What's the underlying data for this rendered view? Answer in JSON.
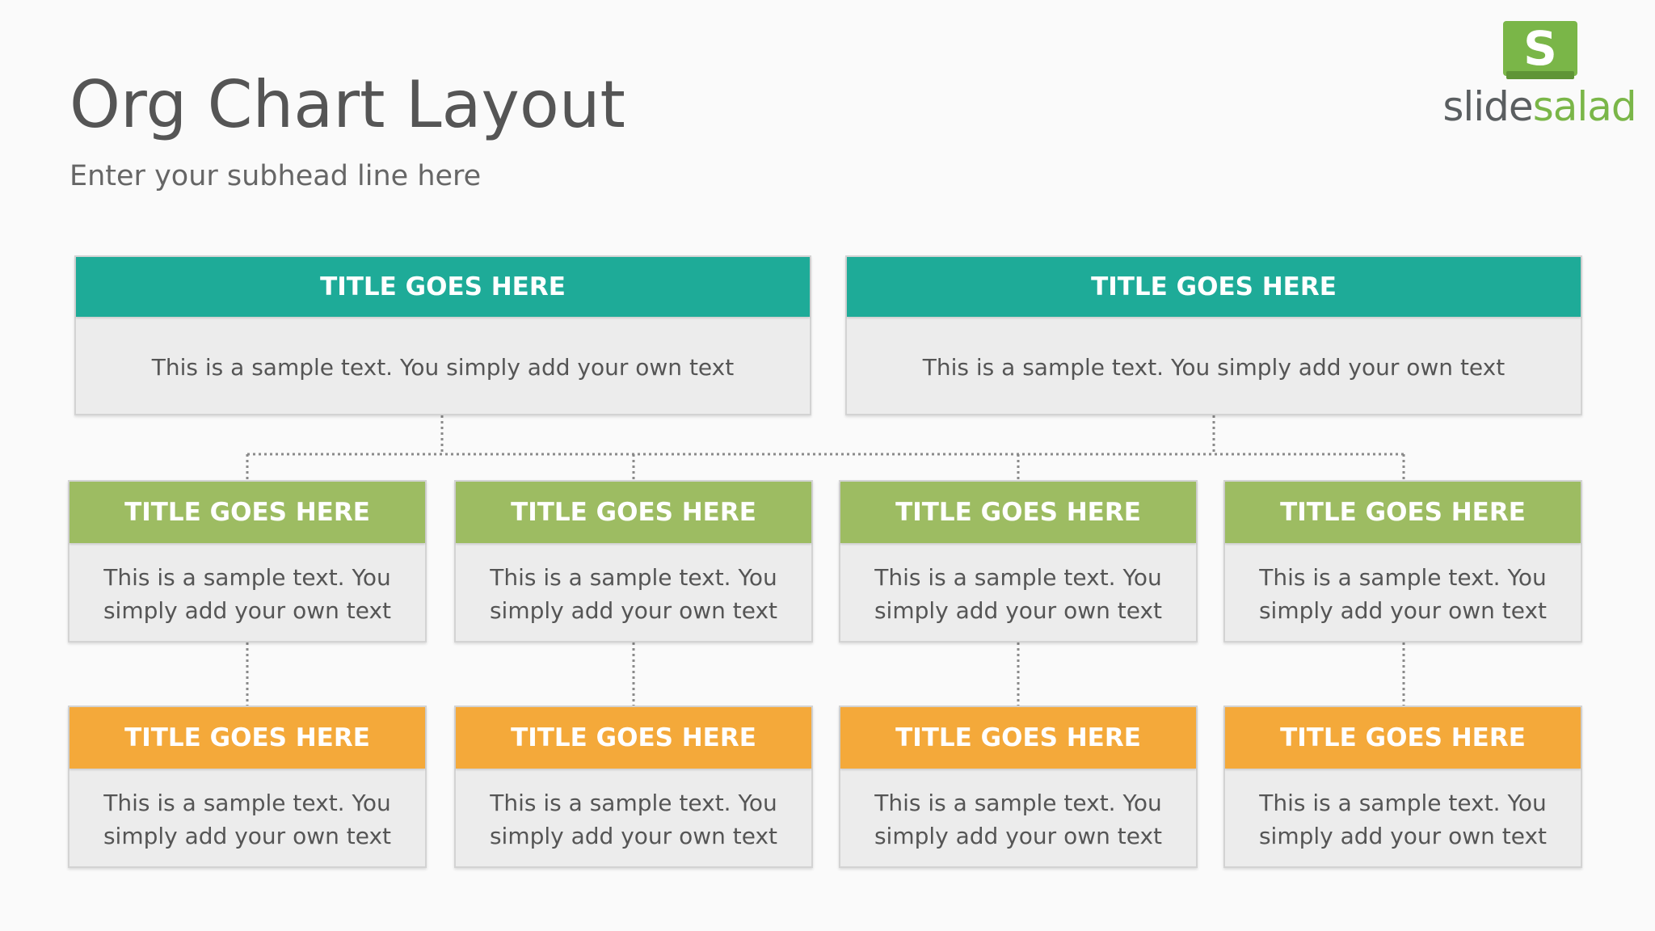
{
  "slide": {
    "title": "Org Chart Layout",
    "subtitle": "Enter your subhead line here"
  },
  "logo": {
    "mark_letter": "S",
    "word_part1": "slide",
    "word_part2": "salad"
  },
  "colors": {
    "teal": "#1eab98",
    "green": "#9dbc62",
    "orange": "#f4a93a",
    "box_body": "#ececec",
    "connector": "#8a8a8a",
    "logo_green": "#7ab648"
  },
  "org_chart": {
    "top_level": [
      {
        "title": "TITLE GOES HERE",
        "text": "This is a sample text. You simply add your own text"
      },
      {
        "title": "TITLE GOES HERE",
        "text": "This is a sample text. You simply add your own text"
      }
    ],
    "second_level": [
      {
        "title": "TITLE GOES HERE",
        "text": "This is a sample text. You simply add your own text"
      },
      {
        "title": "TITLE GOES HERE",
        "text": "This is a sample text. You simply add your own text"
      },
      {
        "title": "TITLE GOES HERE",
        "text": "This is a sample text. You simply add your own text"
      },
      {
        "title": "TITLE GOES HERE",
        "text": "This is a sample text. You simply add your own text"
      }
    ],
    "third_level": [
      {
        "title": "TITLE GOES HERE",
        "text": "This is a sample text. You simply add your own text"
      },
      {
        "title": "TITLE GOES HERE",
        "text": "This is a sample text. You simply add your own text"
      },
      {
        "title": "TITLE GOES HERE",
        "text": "This is a sample text. You simply add your own text"
      },
      {
        "title": "TITLE GOES HERE",
        "text": "This is a sample text. You simply add your own text"
      }
    ]
  }
}
